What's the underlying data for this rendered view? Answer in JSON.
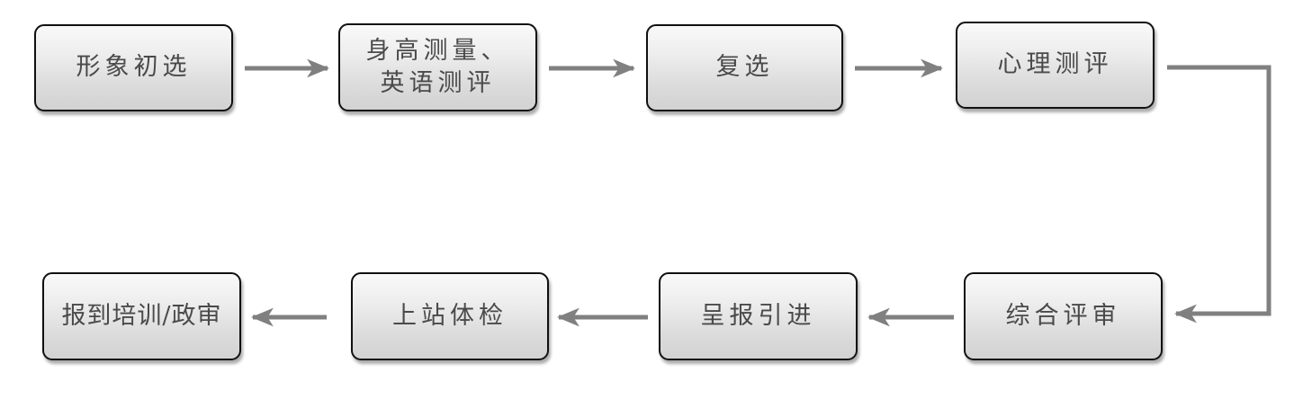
{
  "diagram": {
    "type": "flowchart",
    "nodes": [
      {
        "id": "n0",
        "label": "形象初选"
      },
      {
        "id": "n1",
        "label": "身高测量、\n英语测评"
      },
      {
        "id": "n2",
        "label": "复选"
      },
      {
        "id": "n3",
        "label": "心理测评"
      },
      {
        "id": "n4",
        "label": "综合评审"
      },
      {
        "id": "n5",
        "label": "呈报引进"
      },
      {
        "id": "n6",
        "label": "上站体检"
      },
      {
        "id": "n7",
        "label": "报到培训/政审"
      }
    ],
    "edges": [
      {
        "from": "n0",
        "to": "n1",
        "style": "straight-right"
      },
      {
        "from": "n1",
        "to": "n2",
        "style": "straight-right"
      },
      {
        "from": "n2",
        "to": "n3",
        "style": "straight-right"
      },
      {
        "from": "n3",
        "to": "n4",
        "style": "elbow-right-down-left"
      },
      {
        "from": "n4",
        "to": "n5",
        "style": "straight-left"
      },
      {
        "from": "n5",
        "to": "n6",
        "style": "straight-left"
      },
      {
        "from": "n6",
        "to": "n7",
        "style": "straight-left"
      }
    ],
    "colors": {
      "background": "#ffffff",
      "arrow": "#808080",
      "box_border": "#101010",
      "box_fill_top": "#f9f9f9",
      "box_fill_bottom": "#d2d2d2",
      "text": "#4a4a4a"
    }
  }
}
